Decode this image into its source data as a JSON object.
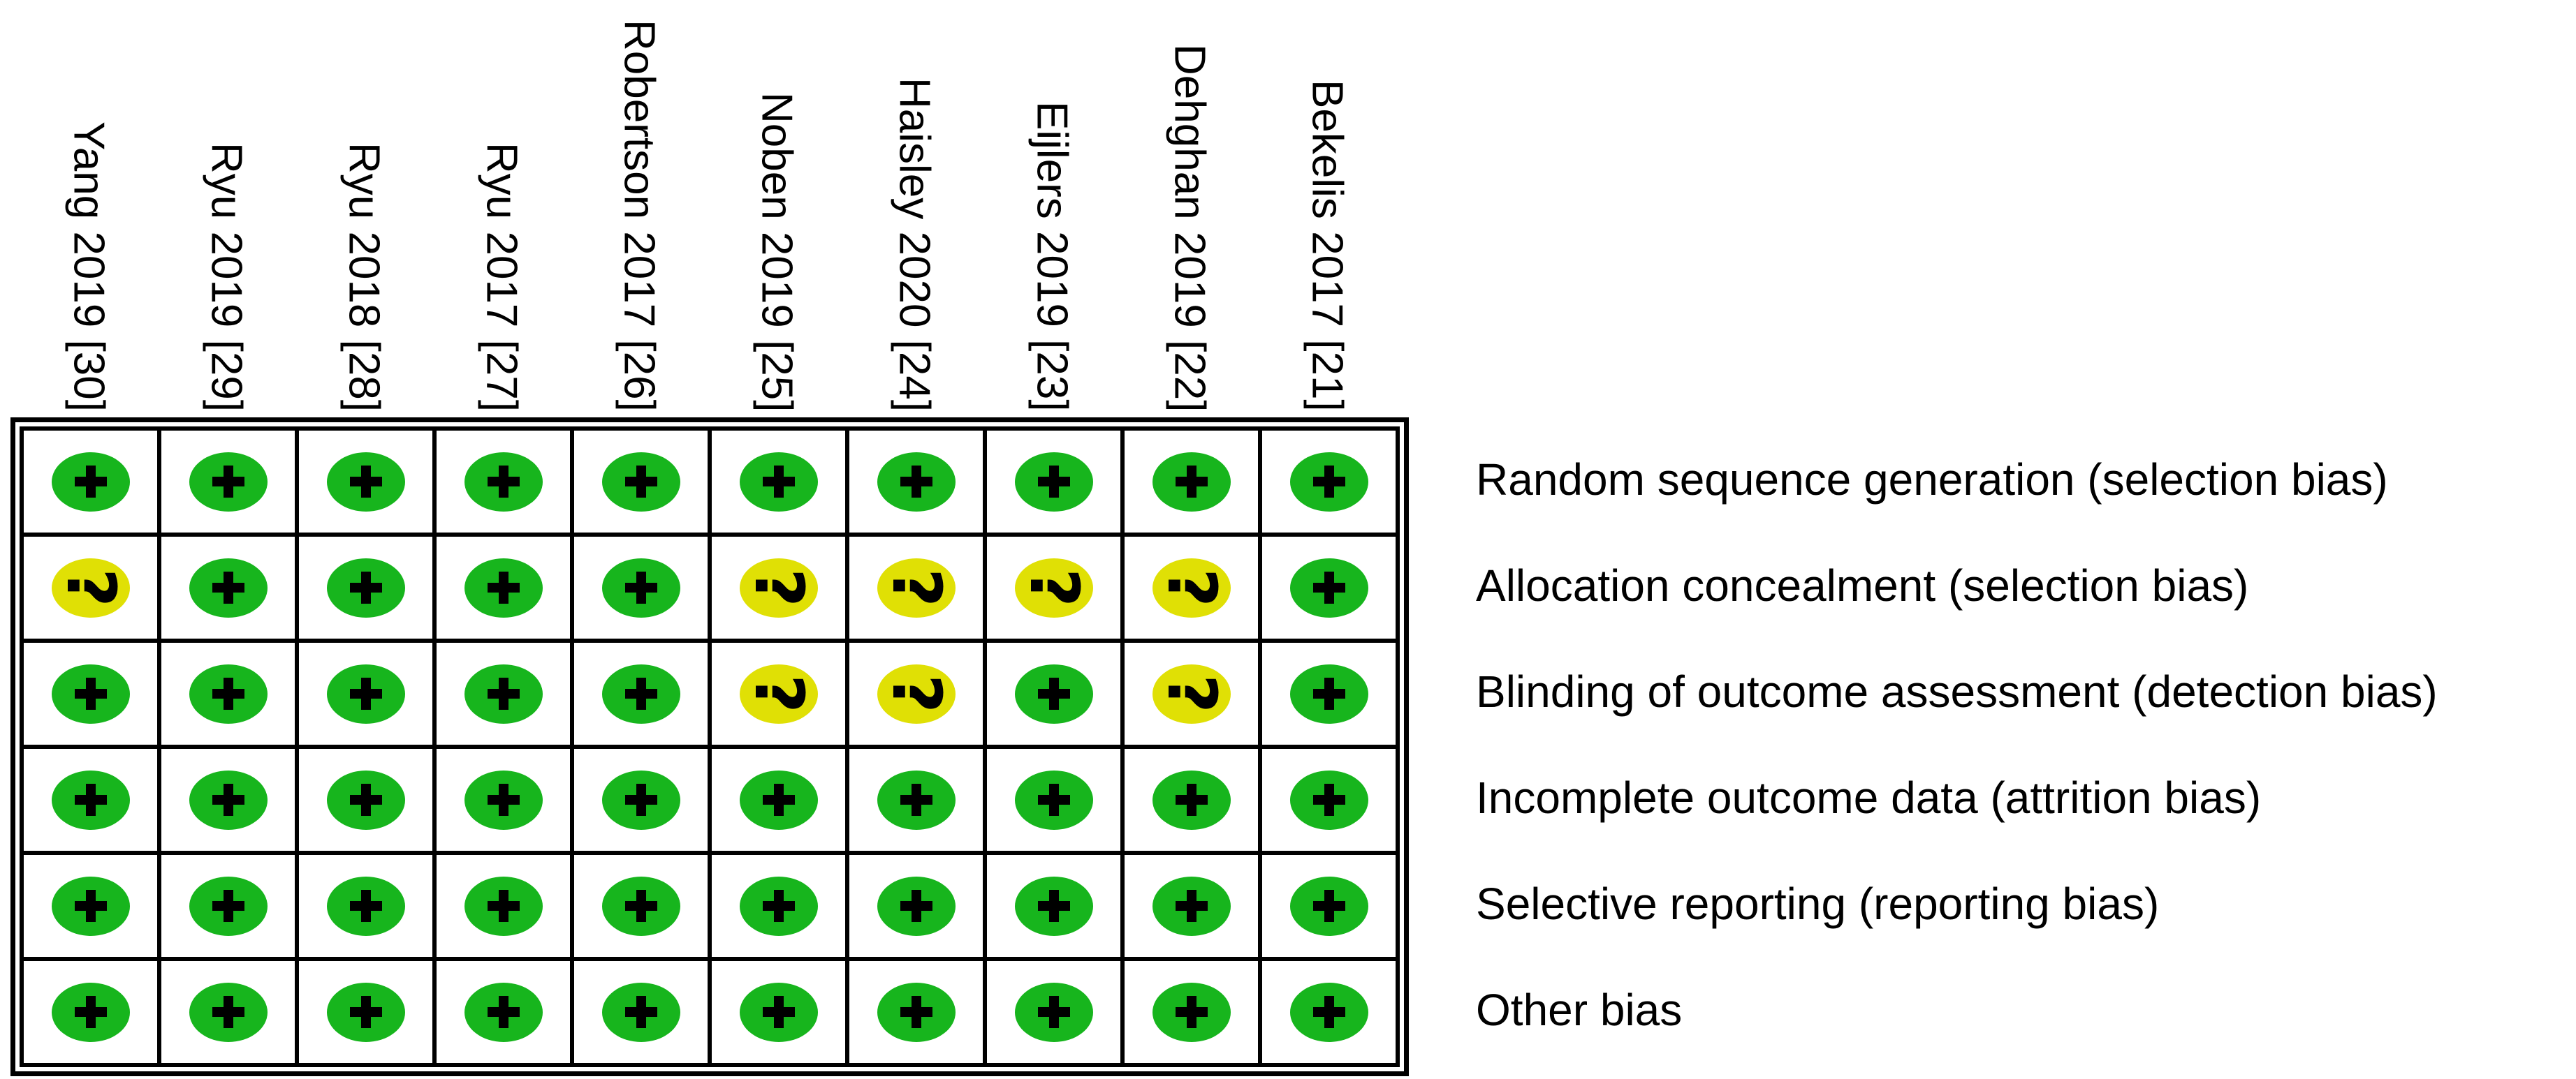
{
  "chart_data": {
    "type": "table",
    "title": "",
    "columns": [
      "Yang 2019 [30]",
      "Ryu 2019 [29]",
      "Ryu 2018 [28]",
      "Ryu 2017 [27]",
      "Robertson 2017 [26]",
      "Noben 2019 [25]",
      "Haisley 2020 [24]",
      "Eijlers 2019 [23]",
      "Dehghan 2019 [22]",
      "Bekelis 2017 [21]"
    ],
    "rows": [
      "Random sequence generation (selection bias)",
      "Allocation concealment (selection bias)",
      "Blinding of outcome assessment (detection bias)",
      "Incomplete outcome data (attrition bias)",
      "Selective reporting (reporting bias)",
      "Other bias"
    ],
    "values": [
      [
        "+",
        "+",
        "+",
        "+",
        "+",
        "+",
        "+",
        "+",
        "+",
        "+"
      ],
      [
        "?",
        "+",
        "+",
        "+",
        "+",
        "?",
        "?",
        "?",
        "?",
        "+"
      ],
      [
        "+",
        "+",
        "+",
        "+",
        "+",
        "?",
        "?",
        "+",
        "?",
        "+"
      ],
      [
        "+",
        "+",
        "+",
        "+",
        "+",
        "+",
        "+",
        "+",
        "+",
        "+"
      ],
      [
        "+",
        "+",
        "+",
        "+",
        "+",
        "+",
        "+",
        "+",
        "+",
        "+"
      ],
      [
        "+",
        "+",
        "+",
        "+",
        "+",
        "+",
        "+",
        "+",
        "+",
        "+"
      ]
    ],
    "cell_symbols": {
      "plus": "+",
      "question": "?"
    },
    "colors": {
      "plus_fill": "#17b51d",
      "question_fill": "#e0e005",
      "symbol": "#000000",
      "grid_border": "#000000",
      "background": "#ffffff"
    },
    "legend": "none visible",
    "grid": "on"
  }
}
